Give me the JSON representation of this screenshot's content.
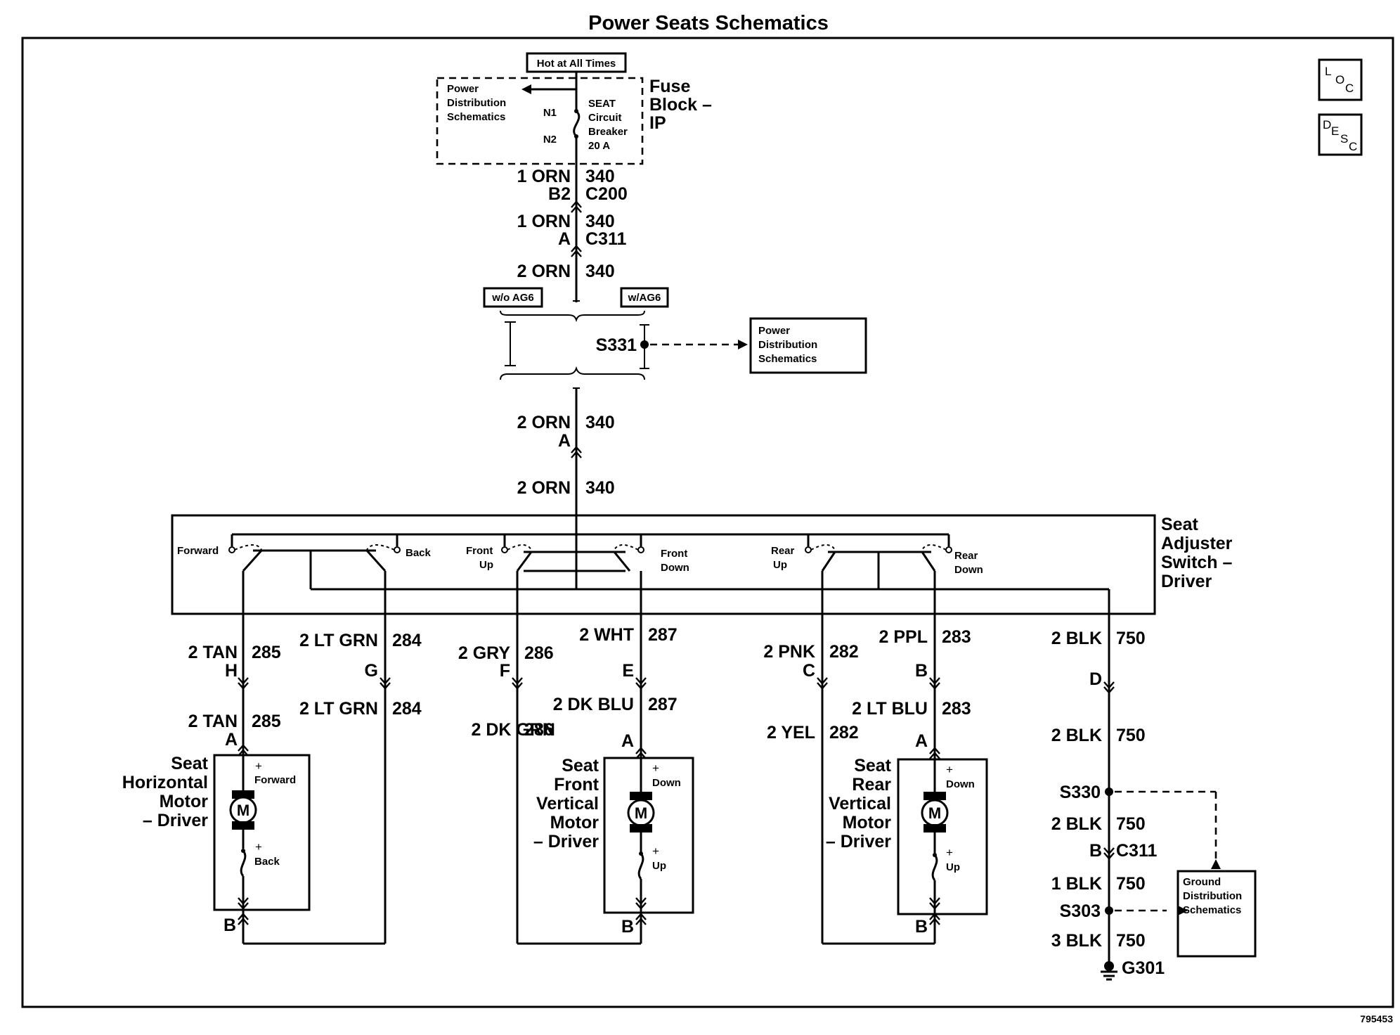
{
  "title": "Power Seats Schematics",
  "figure_number": "795453",
  "side_icons": [
    {
      "id": "loc",
      "chars": [
        "L",
        "O",
        "C"
      ]
    },
    {
      "id": "desc",
      "chars": [
        "D",
        "E",
        "S",
        "C"
      ]
    }
  ],
  "fuse_block": {
    "top_label": "Hot at All Times",
    "left_ref": [
      "Power",
      "Distribution",
      "Schematics"
    ],
    "pin1": "N1",
    "pin2": "N2",
    "breaker": [
      "SEAT",
      "Circuit",
      "Breaker",
      "20 A"
    ],
    "name": [
      "Fuse",
      "Block –",
      "IP"
    ]
  },
  "feed": {
    "w1": "1 ORN",
    "c1": "340",
    "pin_c200": "B2",
    "c200": "C200",
    "w2": "1 ORN",
    "c2": "340",
    "pin_c311": "A",
    "c311": "C311",
    "w3": "2 ORN",
    "c3": "340",
    "opt_left": "w/o AG6",
    "opt_right": "w/AG6",
    "splice": "S331",
    "splice_ref": [
      "Power",
      "Distribution",
      "Schematics"
    ],
    "w4": "2 ORN",
    "c4": "340",
    "pin_a": "A",
    "w5": "2 ORN",
    "c5": "340"
  },
  "switch": {
    "name": [
      "Seat",
      "Adjuster",
      "Switch –",
      "Driver"
    ],
    "contacts": {
      "forward": "Forward",
      "back": "Back",
      "front_up": [
        "Front",
        "Up"
      ],
      "front_down": [
        "Front",
        "Down"
      ],
      "rear_up": [
        "Rear",
        "Up"
      ],
      "rear_down": [
        "Rear",
        "Down"
      ]
    }
  },
  "horizontal": {
    "tan_top": "2 TAN",
    "tan_top_c": "285",
    "pin_h": "H",
    "tan_bot": "2 TAN",
    "tan_bot_c": "285",
    "pin_a": "A",
    "grn_top": "2 LT GRN",
    "grn_top_c": "284",
    "pin_g": "G",
    "grn_bot": "2 LT GRN",
    "grn_bot_c": "284",
    "motor_name": [
      "Seat",
      "Horizontal",
      "Motor",
      "– Driver"
    ],
    "plus1": "+",
    "dir1": "Forward",
    "plus2": "+",
    "dir2": "Back",
    "motor_symbol": "M",
    "pin_b": "B"
  },
  "front": {
    "gry": "2 GRY",
    "gry_c": "286",
    "pin_f": "F",
    "dkgrn": "2 DK GRN",
    "dkgrn_c": "286",
    "wht": "2 WHT",
    "wht_c": "287",
    "pin_e": "E",
    "dkblu": "2 DK BLU",
    "dkblu_c": "287",
    "pin_a": "A",
    "motor_name": [
      "Seat",
      "Front",
      "Vertical",
      "Motor",
      "– Driver"
    ],
    "plus1": "+",
    "dir1": "Down",
    "plus2": "+",
    "dir2": "Up",
    "motor_symbol": "M",
    "pin_b": "B"
  },
  "rear": {
    "pnk": "2 PNK",
    "pnk_c": "282",
    "pin_c": "C",
    "yel": "2 YEL",
    "yel_c": "282",
    "ppl": "2 PPL",
    "ppl_c": "283",
    "pin_b_top": "B",
    "ltblu": "2 LT BLU",
    "ltblu_c": "283",
    "pin_a": "A",
    "motor_name": [
      "Seat",
      "Rear",
      "Vertical",
      "Motor",
      "– Driver"
    ],
    "plus1": "+",
    "dir1": "Down",
    "plus2": "+",
    "dir2": "Up",
    "motor_symbol": "M",
    "pin_b": "B"
  },
  "ground": {
    "blk1": "2 BLK",
    "blk1_c": "750",
    "pin_d": "D",
    "blk2": "2 BLK",
    "blk2_c": "750",
    "s330": "S330",
    "blk3": "2 BLK",
    "blk3_c": "750",
    "pin_b": "B",
    "c311": "C311",
    "blk4": "1 BLK",
    "blk4_c": "750",
    "s303": "S303",
    "blk5": "3 BLK",
    "blk5_c": "750",
    "g301": "G301",
    "ref": [
      "Ground",
      "Distribution",
      "Schematics"
    ]
  }
}
